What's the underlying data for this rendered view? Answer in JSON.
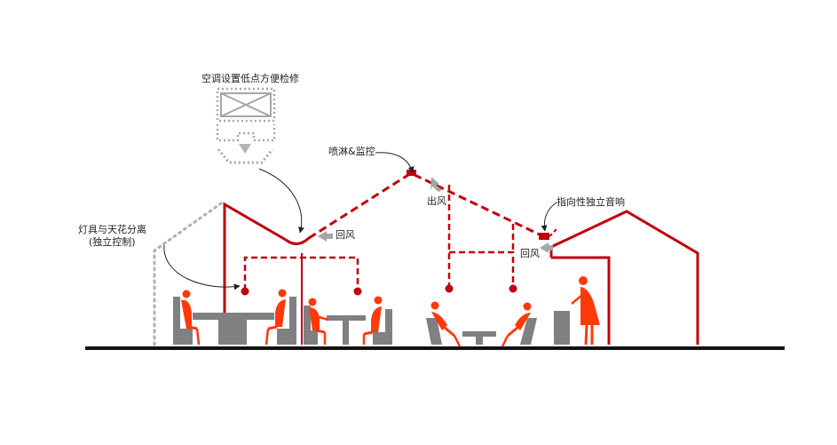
{
  "labels": {
    "ac_low": "空调设置低点方便检修",
    "sprinkler": "喷淋&监控",
    "lights_1": "灯具与天花分离",
    "lights_2": "(独立控制)",
    "return_air_1": "回风",
    "supply_air": "出风",
    "return_air_2": "回风",
    "speaker": "指向性独立音响"
  },
  "colors": {
    "structure": "#c0000f",
    "people": "#ff3a0a",
    "furniture": "#808080",
    "equipment": "#a6a6a6",
    "ground": "#111111"
  }
}
